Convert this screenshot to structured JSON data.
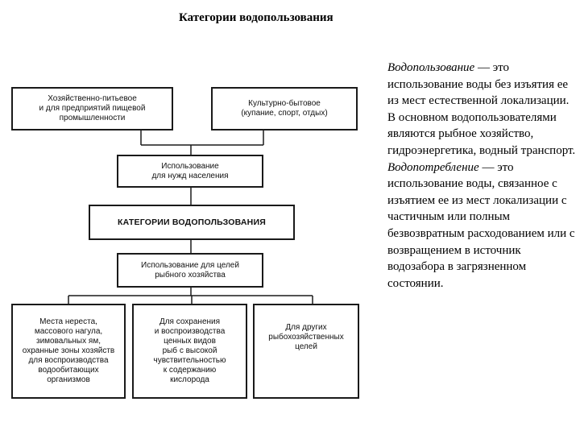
{
  "title": "Категории водопользования",
  "diagram": {
    "boxes": {
      "household": "Хозяйственно-питьевое\nи для предприятий пищевой\nпромышленности",
      "cultural": "Культурно-бытовое\n(купание, спорт, отдых)",
      "population": "Использование\nдля нужд населения",
      "categories": "КАТЕГОРИИ ВОДОПОЛЬЗОВАНИЯ",
      "fishery": "Использование для целей\nрыбного хозяйства",
      "spawning": "Места нереста,\nмассового нагула,\nзимовальных ям,\nохранные зоны хозяйств\nдля воспроизводства\nводообитающих\nорганизмов",
      "valuable": "Для сохранения\nи воспроизводства\nценных видов\nрыб с высокой\nчувствительностью\nк содержанию\nкислорода",
      "other": "Для других\nрыбохозяйственных\nцелей"
    }
  },
  "definitions": {
    "water_use": {
      "term": "Водопользование",
      "dash": " — ",
      "text": "это использование воды без изъятия ее из мест естественной локализации. В основном водопользователями являются рыбное хозяйство, гидроэнергетика, водный транспорт."
    },
    "water_consumption": {
      "term": "Водопотребление",
      "dash": " — ",
      "text": "это использование воды, связанное с изъятием ее из мест локализации с частичным или полным безвозвратным расходованием или с возвращением в источник водозабора в загрязненном состоянии."
    }
  }
}
